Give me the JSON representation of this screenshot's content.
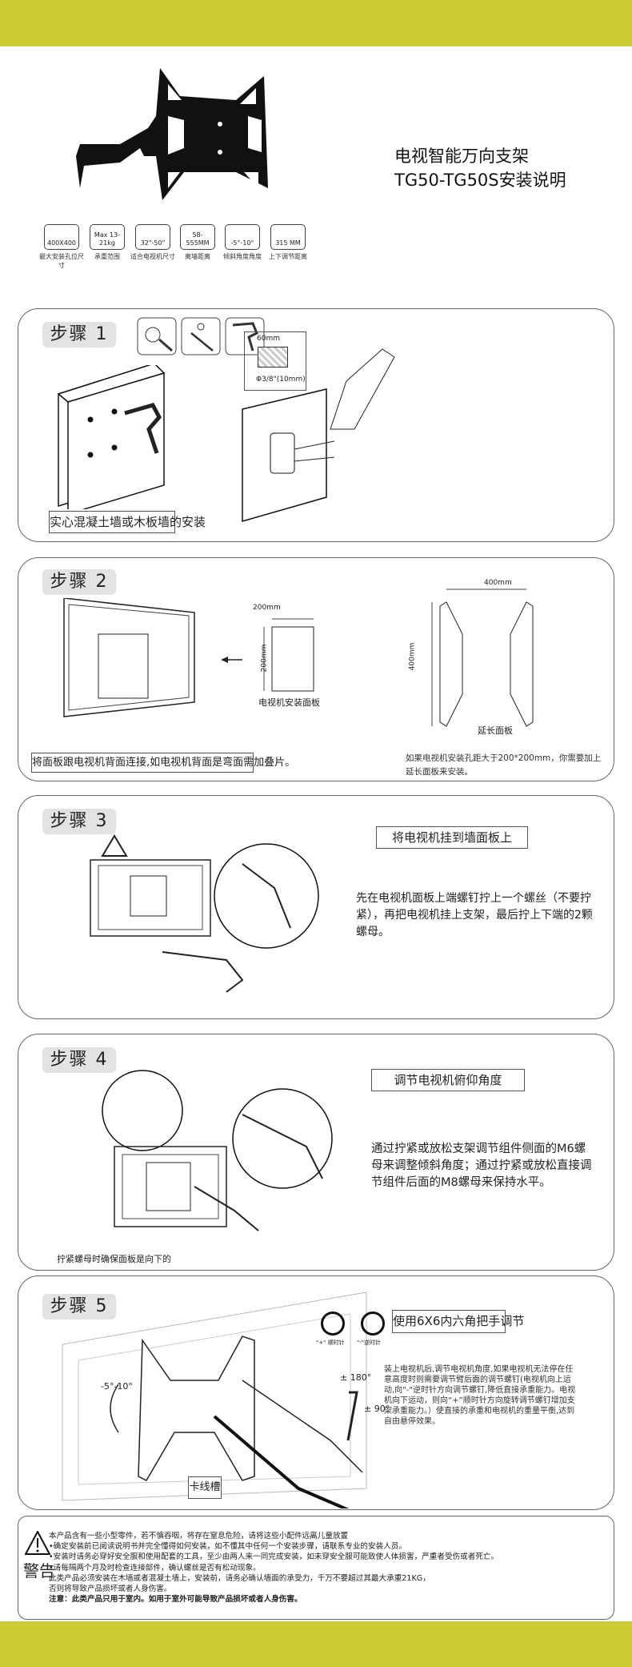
{
  "colors": {
    "band": "#cdcb33",
    "badge": "#e3e3e3"
  },
  "header": {
    "title_line1": "电视智能万向支架",
    "title_line2": "TG50-TG50S安装说明"
  },
  "specs": [
    {
      "icon": "vesa-holes-icon",
      "value": "400X400",
      "label": "最大安装孔位尺寸"
    },
    {
      "icon": "weight-icon",
      "value": "Max 13-21kg",
      "label": "承重范围"
    },
    {
      "icon": "screen-size-icon",
      "value": "32\"-50\"",
      "label": "适合电视机尺寸"
    },
    {
      "icon": "wall-distance-icon",
      "value": "58-555MM",
      "label": "离墙距离"
    },
    {
      "icon": "tilt-icon",
      "value": "-5°-10°",
      "label": "倾斜角度角度"
    },
    {
      "icon": "height-adjust-icon",
      "value": "315 MM",
      "label": "上下调节距离"
    }
  ],
  "steps": [
    {
      "badge": "步骤 1",
      "caption": "实心混凝土墙或木板墙的安装",
      "dim_depth": "60mm",
      "dim_diameter": "Φ3/8\"(10mm)"
    },
    {
      "badge": "步骤 2",
      "dim_plate": "200mm",
      "dim_plate_v": "200mm",
      "plate_label": "电视机安装面板",
      "dim_ext": "400mm",
      "dim_ext_v": "400mm",
      "ext_label": "延长面板",
      "caption": "将面板跟电视机背面连接,如电视机背面是弯面需加叠片。",
      "note": "如果电视机安装孔距大于200*200mm，你需要加上延长面板来安装。"
    },
    {
      "badge": "步骤 3",
      "heading": "将电视机挂到墙面板上",
      "text": "先在电视机面板上端螺钉拧上一个螺丝（不要拧紧），再把电视机挂上支架，最后拧上下端的2颗螺母。"
    },
    {
      "badge": "步骤 4",
      "heading": "调节电视机俯仰角度",
      "text": "通过拧紧或放松支架调节组件侧面的M6螺母来调整倾斜角度；通过拧紧或放松直接调节组件后面的M8螺母来保持水平。",
      "caption": "拧紧螺母时确保面板是向下的"
    },
    {
      "badge": "步骤 5",
      "heading": "使用6X6内六角把手调节",
      "cw_label": "\"+\" 顺时针",
      "ccw_label": "\"-\"逆时针",
      "text": "装上电视机后,调节电视机角度,如果电视机无法停在任意高度时则需要调节臂后面的调节螺钉(电视机向上运动,向\"-\"逆时针方向调节螺钉,降低直接承重能力。电视机向下运动，则向“+”顺时针方向旋转调节螺钉增加支架承重能力。）使直接的承重和电视机的重量平衡,达到自由悬停效果。",
      "tilt": "-5°-10°",
      "swivel": "± 180°",
      "rotate": "± 90°",
      "cable_label": "卡线槽"
    }
  ],
  "warning": {
    "label": "警告",
    "lines": [
      "本产品含有一些小型零件，若不慎吞咽，将存在窒息危险，请将这些小配件远离儿童放置",
      "•确定安装前已阅读说明书并完全懂得如何安装，如不懂其中任何一个安装步骤，请联系专业的安装人员。",
      "•安装时请务必穿好安全服和使用配套的工具，至少由两人来一同完成安装，如未穿安全服可能致使人体损害，严重者受伤或者死亡。",
      "•请每隔两个月及时检查连接部件，确认螺丝是否有松动现象。",
      "此类产品必须安装在木墙或者混凝土墙上，安装前，请务必确认墙面的承受力，千万不要超过其最大承重21KG，",
      "否则将导致产品损坏或者人身伤害。",
      "注意：此类产品只用于室内。如用于室外可能导致产品损坏或者人身伤害。"
    ]
  }
}
